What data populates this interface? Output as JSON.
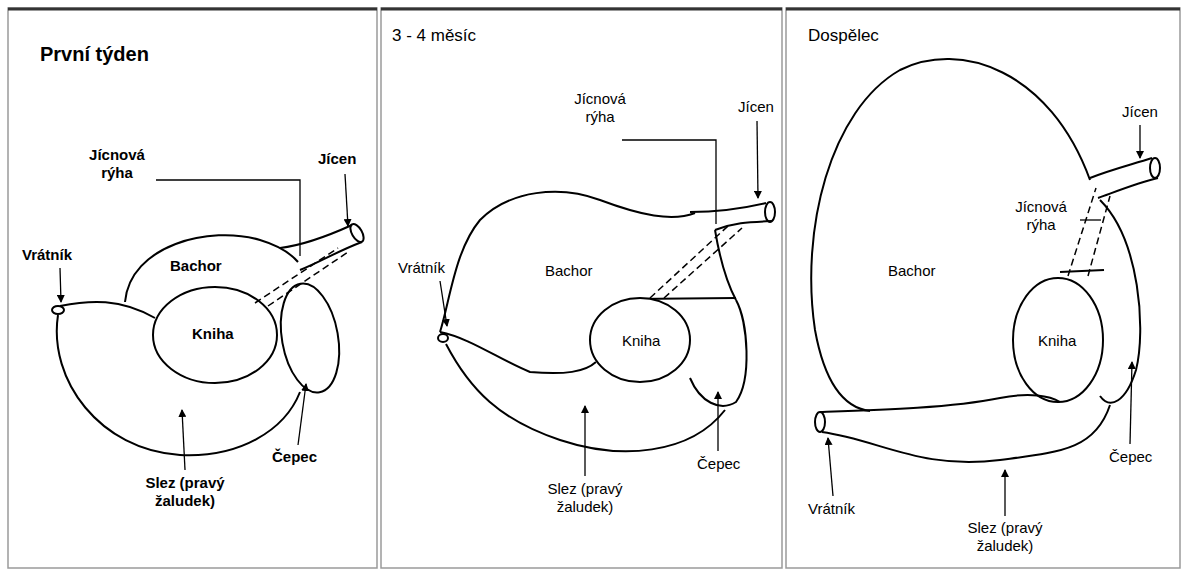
{
  "diagram": {
    "labels": [
      "První týden",
      "Jícnová rýha",
      "Jícen",
      "Vrátník",
      "Bachor",
      "Kniha",
      "Čepec",
      "Slez (pravý žaludek)",
      "3 - 4 měsíc",
      "Jícnová rýha",
      "Jícen",
      "Vrátník",
      "Bachor",
      "Kniha",
      "Čepec",
      "Slez (pravý žaludek)",
      "Dospělec",
      "Jícen",
      "Jícnová rýha",
      "Bachor",
      "Kniha",
      "Čepec",
      "Vrátník",
      "Slez (pravý žaludek)"
    ]
  }
}
